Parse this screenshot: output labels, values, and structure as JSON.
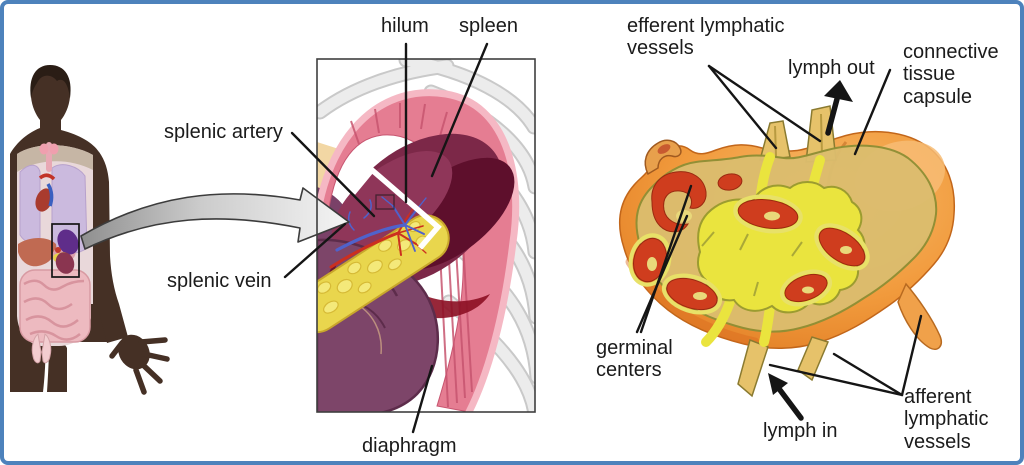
{
  "figure": {
    "type": "anatomy-diagram",
    "description": "Spleen location and lymph node structure",
    "background": "#ffffff",
    "border_color": "#4d82bc"
  },
  "labels": {
    "splenic_artery": "splenic artery",
    "splenic_vein": "splenic vein",
    "hilum": "hilum",
    "spleen": "spleen",
    "diaphragm": "diaphragm",
    "efferent_lymphatic_vessels": "efferent lymphatic vessels",
    "lymph_out": "lymph out",
    "connective_tissue_capsule": "connective tissue capsule",
    "germinal_centers": "germinal centers",
    "lymph_in": "lymph in",
    "afferent_lymphatic_vessels": "afferent lymphatic vessels"
  },
  "colors": {
    "label_text": "#1b1b1b",
    "leader_line": "#151515",
    "body_silhouette": "#453025",
    "organ_overlay_pink": "#e9d8da",
    "lungs_lavender": "#cbbade",
    "small_spleen_purple": "#5f2d8a",
    "panel_spleen_maroon": "#7c2848",
    "diaphragm_pink": "#e57d92",
    "pancreas_yellow": "#e9d64d",
    "kidney_purple": "#7d4569",
    "splenic_artery_red": "#cc2f1f",
    "splenic_vein_blue": "#4f62cc",
    "node_capsule_orange": "#ef9538",
    "node_medulla_yellow": "#eae43e",
    "node_cortex_tan": "#dcbd6e",
    "germinal_center_red": "#cf3d1e"
  }
}
